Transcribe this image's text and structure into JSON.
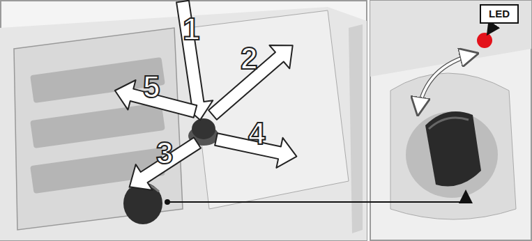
{
  "diagram": {
    "nodes": [
      {
        "text": [
          "LED"
        ]
      }
    ],
    "labels": [
      "1",
      "2",
      "3",
      "4",
      "5"
    ]
  }
}
